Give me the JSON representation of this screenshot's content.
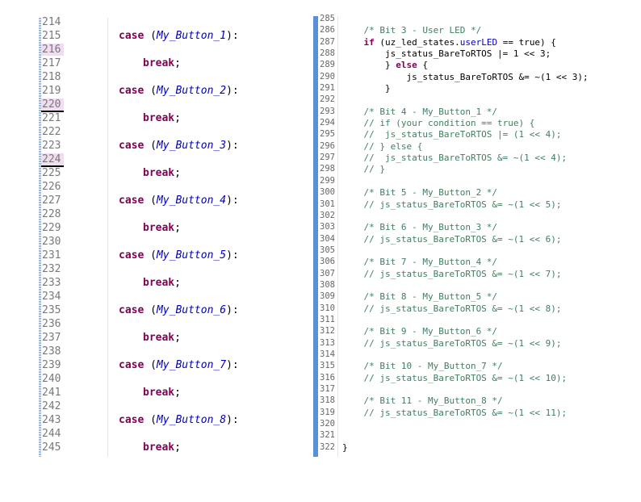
{
  "left_editor": {
    "lines": [
      {
        "num": "214",
        "code": ""
      },
      {
        "num": "215",
        "kw": "case",
        "paren_open": " (",
        "ident": "My_Button_1",
        "paren_close": "):"
      },
      {
        "num": "216",
        "code": ""
      },
      {
        "num": "217",
        "kw_break": "break",
        "semi": ";"
      },
      {
        "num": "218",
        "code": ""
      },
      {
        "num": "219",
        "kw": "case",
        "paren_open": " (",
        "ident": "My_Button_2",
        "paren_close": "):"
      },
      {
        "num": "220",
        "code": ""
      },
      {
        "num": "221",
        "kw_break": "break",
        "semi": ";"
      },
      {
        "num": "222",
        "code": ""
      },
      {
        "num": "223",
        "kw": "case",
        "paren_open": " (",
        "ident": "My_Button_3",
        "paren_close": "):"
      },
      {
        "num": "224",
        "code": ""
      },
      {
        "num": "225",
        "kw_break": "break",
        "semi": ";"
      },
      {
        "num": "226",
        "code": ""
      },
      {
        "num": "227",
        "kw": "case",
        "paren_open": " (",
        "ident": "My_Button_4",
        "paren_close": "):"
      },
      {
        "num": "228",
        "code": ""
      },
      {
        "num": "229",
        "kw_break": "break",
        "semi": ";"
      },
      {
        "num": "230",
        "code": ""
      },
      {
        "num": "231",
        "kw": "case",
        "paren_open": " (",
        "ident": "My_Button_5",
        "paren_close": "):"
      },
      {
        "num": "232",
        "code": ""
      },
      {
        "num": "233",
        "kw_break": "break",
        "semi": ";"
      },
      {
        "num": "234",
        "code": ""
      },
      {
        "num": "235",
        "kw": "case",
        "paren_open": " (",
        "ident": "My_Button_6",
        "paren_close": "):"
      },
      {
        "num": "236",
        "code": ""
      },
      {
        "num": "237",
        "kw_break": "break",
        "semi": ";"
      },
      {
        "num": "238",
        "code": ""
      },
      {
        "num": "239",
        "kw": "case",
        "paren_open": " (",
        "ident": "My_Button_7",
        "paren_close": "):"
      },
      {
        "num": "240",
        "code": ""
      },
      {
        "num": "241",
        "kw_break": "break",
        "semi": ";"
      },
      {
        "num": "242",
        "code": ""
      },
      {
        "num": "243",
        "kw": "case",
        "paren_open": " (",
        "ident": "My_Button_8",
        "paren_close": "):"
      },
      {
        "num": "244",
        "code": ""
      },
      {
        "num": "245",
        "kw_break": "break",
        "semi": ";"
      }
    ],
    "highlighted_lines": [
      "216",
      "220",
      "224"
    ],
    "underlined_lines": [
      "220",
      "224"
    ]
  },
  "right_editor": {
    "lines": [
      {
        "num": "285",
        "type": "plain",
        "code": ""
      },
      {
        "num": "286",
        "type": "comment",
        "code": "    /* Bit 3 - User LED */"
      },
      {
        "num": "287",
        "type": "if",
        "pre": "    ",
        "kw": "if",
        "mid": " (uz_led_states.",
        "field": "userLED",
        "post": " == true) {"
      },
      {
        "num": "288",
        "type": "plain",
        "code": "        js_status_BareToRTOS |= 1 << 3;"
      },
      {
        "num": "289",
        "type": "else",
        "pre": "        } ",
        "kw": "else",
        "post": " {"
      },
      {
        "num": "290",
        "type": "plain",
        "code": "            js_status_BareToRTOS &= ~(1 << 3);"
      },
      {
        "num": "291",
        "type": "plain",
        "code": "        }"
      },
      {
        "num": "292",
        "type": "plain",
        "code": ""
      },
      {
        "num": "293",
        "type": "comment",
        "code": "    /* Bit 4 - My_Button_1 */"
      },
      {
        "num": "294",
        "type": "comment",
        "code": "    // if (your condition == true) {"
      },
      {
        "num": "295",
        "type": "comment",
        "code": "    //  js_status_BareToRTOS |= (1 << 4);"
      },
      {
        "num": "296",
        "type": "comment",
        "code": "    // } else {"
      },
      {
        "num": "297",
        "type": "comment",
        "code": "    //  js_status_BareToRTOS &= ~(1 << 4);"
      },
      {
        "num": "298",
        "type": "comment",
        "code": "    // }"
      },
      {
        "num": "299",
        "type": "plain",
        "code": ""
      },
      {
        "num": "300",
        "type": "comment",
        "code": "    /* Bit 5 - My_Button_2 */"
      },
      {
        "num": "301",
        "type": "comment",
        "code": "    // js_status_BareToRTOS &= ~(1 << 5);"
      },
      {
        "num": "302",
        "type": "plain",
        "code": ""
      },
      {
        "num": "303",
        "type": "comment",
        "code": "    /* Bit 6 - My_Button_3 */"
      },
      {
        "num": "304",
        "type": "comment",
        "code": "    // js_status_BareToRTOS &= ~(1 << 6);"
      },
      {
        "num": "305",
        "type": "plain",
        "code": ""
      },
      {
        "num": "306",
        "type": "comment",
        "code": "    /* Bit 7 - My_Button_4 */"
      },
      {
        "num": "307",
        "type": "comment",
        "code": "    // js_status_BareToRTOS &= ~(1 << 7);"
      },
      {
        "num": "308",
        "type": "plain",
        "code": ""
      },
      {
        "num": "309",
        "type": "comment",
        "code": "    /* Bit 8 - My_Button_5 */"
      },
      {
        "num": "310",
        "type": "comment",
        "code": "    // js_status_BareToRTOS &= ~(1 << 8);"
      },
      {
        "num": "311",
        "type": "plain",
        "code": ""
      },
      {
        "num": "312",
        "type": "comment",
        "code": "    /* Bit 9 - My_Button_6 */"
      },
      {
        "num": "313",
        "type": "comment",
        "code": "    // js_status_BareToRTOS &= ~(1 << 9);"
      },
      {
        "num": "314",
        "type": "plain",
        "code": ""
      },
      {
        "num": "315",
        "type": "comment",
        "code": "    /* Bit 10 - My_Button_7 */"
      },
      {
        "num": "316",
        "type": "comment",
        "code": "    // js_status_BareToRTOS &= ~(1 << 10);"
      },
      {
        "num": "317",
        "type": "plain",
        "code": ""
      },
      {
        "num": "318",
        "type": "comment",
        "code": "    /* Bit 11 - My_Button_8 */"
      },
      {
        "num": "319",
        "type": "comment",
        "code": "    // js_status_BareToRTOS &= ~(1 << 11);"
      },
      {
        "num": "320",
        "type": "plain",
        "code": ""
      },
      {
        "num": "321",
        "type": "plain",
        "code": ""
      },
      {
        "num": "322",
        "type": "plain",
        "code": "}"
      }
    ]
  }
}
